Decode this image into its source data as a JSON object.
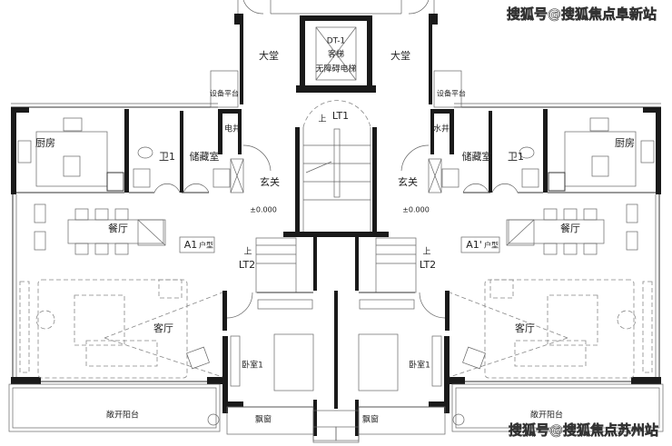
{
  "watermark_top": "搜狐号@搜狐焦点阜新站",
  "watermark_bottom": "搜狐号@搜狐焦点苏州站",
  "core": {
    "lobby_left": "大堂",
    "lobby_right": "大堂",
    "elevator_code": "DT-1",
    "elevator_type": "客梯",
    "elevator_desc": "无障碍电梯",
    "stair_up": "上",
    "stair_code": "LT1",
    "elec_shaft": "电井",
    "water_shaft": "水井",
    "equip_platform_left": "设备平台",
    "equip_platform_right": "设备平台"
  },
  "left_unit": {
    "type_label": "A1",
    "type_suffix": "户型",
    "kitchen": "厨房",
    "bath": "卫1",
    "storage": "储藏室",
    "foyer": "玄关",
    "elevation": "±0.000",
    "dining": "餐厅",
    "stair_up": "上",
    "stair_code": "LT2",
    "living": "客厅",
    "bedroom": "卧室1",
    "balcony": "敞开阳台",
    "bay_window": "飘窗"
  },
  "right_unit": {
    "type_label": "A1'",
    "type_suffix": "户型",
    "kitchen": "厨房",
    "bath": "卫1",
    "storage": "储藏室",
    "foyer": "玄关",
    "elevation": "±0.000",
    "dining": "餐厅",
    "stair_up": "上",
    "stair_code": "LT2",
    "living": "客厅",
    "bedroom": "卧室1",
    "balcony": "敞开阳台",
    "bay_window": "飘窗"
  }
}
